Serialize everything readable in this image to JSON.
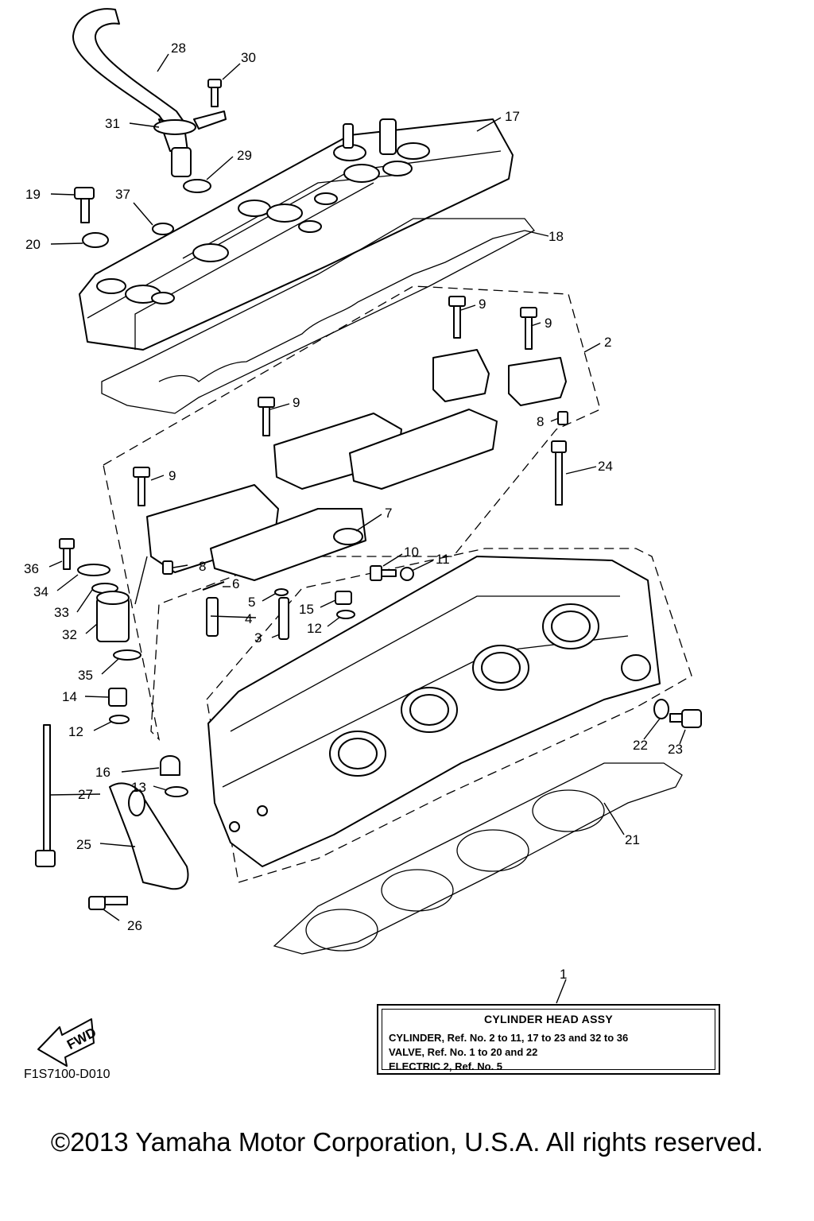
{
  "callouts": [
    "1",
    "2",
    "3",
    "4",
    "5",
    "6",
    "7",
    "8",
    "8",
    "9",
    "9",
    "9",
    "9",
    "10",
    "11",
    "12",
    "12",
    "13",
    "14",
    "15",
    "16",
    "17",
    "18",
    "19",
    "20",
    "21",
    "22",
    "23",
    "24",
    "25",
    "26",
    "27",
    "28",
    "29",
    "30",
    "31",
    "32",
    "33",
    "34",
    "35",
    "36",
    "37"
  ],
  "legend": {
    "number": "1",
    "title": "CYLINDER HEAD ASSY",
    "lines": [
      "CYLINDER, Ref. No. 2 to 11, 17 to 23 and 32 to 36",
      "VALVE, Ref. No. 1 to 20 and 22",
      "ELECTRIC 2,  Ref. No. 5"
    ]
  },
  "fwd_label": "FWD",
  "diagram_code": "F1S7100-D010",
  "copyright": "©2013 Yamaha Motor Corporation, U.S.A. All rights reserved."
}
